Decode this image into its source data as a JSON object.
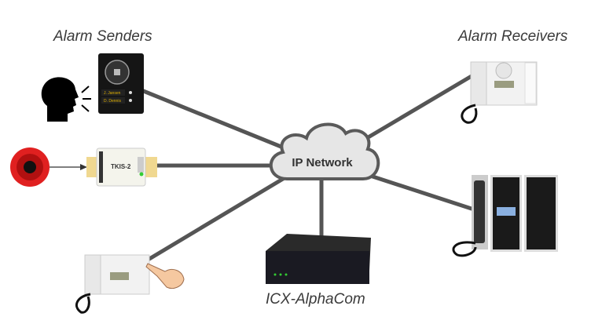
{
  "labels": {
    "senders": "Alarm Senders",
    "receivers": "Alarm Receivers",
    "network": "IP Network",
    "server": "ICX-AlphaCom"
  },
  "devices": {
    "intercom_buttons": [
      "J. Jansen",
      "D. Dennis"
    ],
    "module_name": "TKIS-2"
  },
  "colors": {
    "link": "#555555",
    "cloud_fill": "#e6e6e6",
    "cloud_stroke": "#5a5a5a",
    "alarm_button": "#e02020"
  }
}
